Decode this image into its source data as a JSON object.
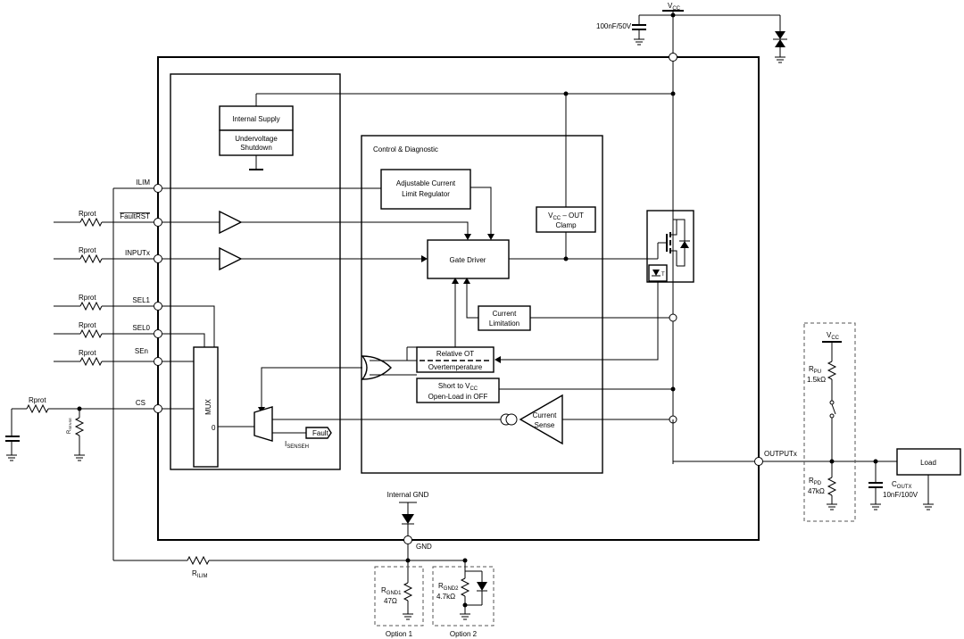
{
  "labels": {
    "vcc_top": "V",
    "vcc_top_sub": "CC",
    "cap_vcc": "100nF/50V",
    "internal_supply": "Internal Supply",
    "uvlo_line1": "Undervoltage",
    "uvlo_line2": "Shutdown",
    "control_diag": "Control & Diagnostic",
    "adj_line1": "Adjustable Current",
    "adj_line2": "Limit Regulator",
    "clamp_line1_v": "V",
    "clamp_line1_sub": "CC",
    "clamp_line1_rest": " – OUT",
    "clamp_line2": "Clamp",
    "gate_driver": "Gate Driver",
    "curlim_line1": "Current",
    "curlim_line2": "Limitation",
    "rel_ot": "Relative OT",
    "overtemp": "Overtemperature",
    "short_line1_pre": "Short to V",
    "short_line1_sub": "CC",
    "short_line2": "Open-Load in OFF",
    "cursense_line1": "Current",
    "cursense_line2": "Sense",
    "fault": "Fault",
    "isense": "I",
    "isense_sub": "SENSEH",
    "mux": "MUX",
    "mux_zero": "0",
    "internal_gnd": "Internal GND",
    "gnd": "GND",
    "outputx": "OUTPUTx",
    "load": "Load",
    "rpu_vcc": "V",
    "rpu_vcc_sub": "CC",
    "rpu_name": "R",
    "rpu_sub": "PU",
    "rpu_val": "1.5kΩ",
    "rpd_name": "R",
    "rpd_sub": "PD",
    "rpd_val": "47kΩ",
    "cout_name": "C",
    "cout_sub": "OUTX",
    "cout_val": "10nF/100V",
    "rilim": "R",
    "rilim_sub": "ILIM",
    "rgnd1_name": "R",
    "rgnd1_sub": "GND1",
    "rgnd1_val": "47Ω",
    "rgnd2_name": "R",
    "rgnd2_sub": "GND2",
    "rgnd2_val": "4.7kΩ",
    "option1": "Option 1",
    "option2": "Option 2",
    "rsense": "R",
    "rsense_sub": "SENSE"
  },
  "pins": {
    "ilim": "ILIM",
    "faultrst": "FaultRST",
    "inputx": "INPUTx",
    "sel1": "SEL1",
    "sel0": "SEL0",
    "sen": "SEn",
    "cs": "CS"
  },
  "rprot": [
    "Rprot",
    "Rprot",
    "Rprot",
    "Rprot",
    "Rprot",
    "Rprot"
  ]
}
